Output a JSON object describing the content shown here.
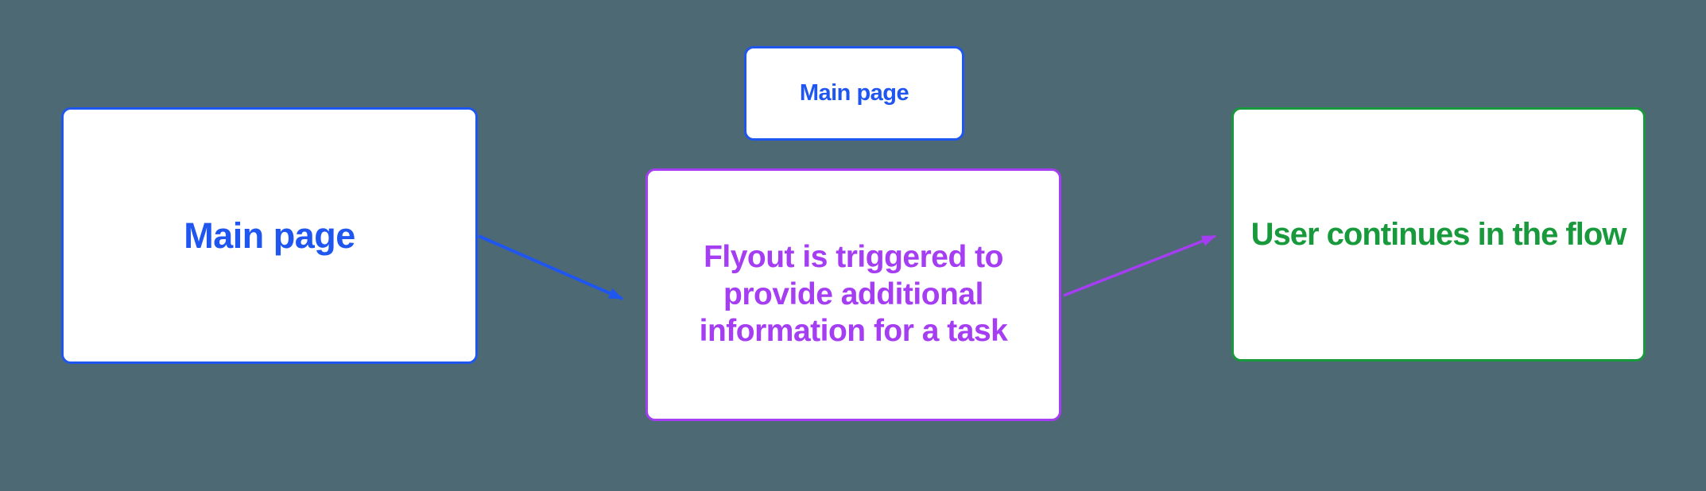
{
  "canvas": {
    "background_color": "#4d6973"
  },
  "diagram": {
    "nodes": [
      {
        "id": "main-page-large",
        "label": "Main page",
        "color": "#2056f0",
        "fill": "#ffffff"
      },
      {
        "id": "main-page-small",
        "label": "Main page",
        "color": "#2056f0",
        "fill": "#ffffff"
      },
      {
        "id": "flyout",
        "label": "Flyout is triggered to provide additional information for a task",
        "lines": [
          "Flyout is triggered to",
          "provide additional",
          "information for a task"
        ],
        "color": "#a53df2",
        "fill": "#ffffff"
      },
      {
        "id": "user-continues",
        "label": "User continues in the flow",
        "color": "#189a3c",
        "fill": "#ffffff"
      }
    ],
    "arrows": [
      {
        "id": "arrow-main-to-flyout",
        "from": "main-page-large",
        "to": "flyout",
        "color": "#2056f0"
      },
      {
        "id": "arrow-flyout-to-continue",
        "from": "flyout",
        "to": "user-continues",
        "color": "#a53df2"
      }
    ]
  }
}
